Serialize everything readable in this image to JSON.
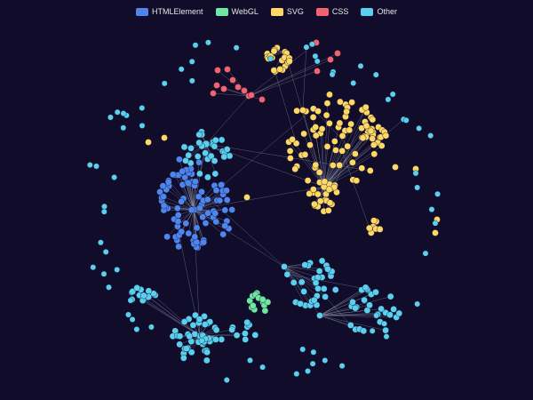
{
  "legend": {
    "items": [
      {
        "label": "HTMLElement",
        "color": "#4f86ee"
      },
      {
        "label": "WebGL",
        "color": "#6ee7a3"
      },
      {
        "label": "SVG",
        "color": "#fdd865"
      },
      {
        "label": "CSS",
        "color": "#f0646f"
      },
      {
        "label": "Other",
        "color": "#5ad0ee"
      }
    ]
  },
  "graph": {
    "type": "force-directed-network",
    "categories": [
      "HTMLElement",
      "WebGL",
      "SVG",
      "CSS",
      "Other"
    ],
    "edge_color": "#9aa3b5",
    "background": "#100c2a"
  }
}
